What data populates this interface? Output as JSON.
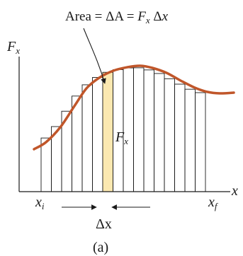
{
  "annotation": {
    "prefix": "Area  =  ΔA = ",
    "fx_var": "F",
    "fx_sub": "x",
    "delta": " Δ",
    "x_var": "x"
  },
  "axes": {
    "y_label": "F",
    "y_sub": "x",
    "x_label": "x"
  },
  "labels": {
    "xi": "x",
    "xi_sub": "i",
    "xf": "x",
    "xf_sub": "f",
    "strip_f": "F",
    "strip_f_sub": "x",
    "delta_x": "Δx",
    "caption": "(a)"
  },
  "colors": {
    "curve": "#c0562a",
    "strip": "#fbe8b0",
    "lines": "#1a1a1a"
  },
  "strips": {
    "count": 16,
    "highlighted_index": 6
  }
}
